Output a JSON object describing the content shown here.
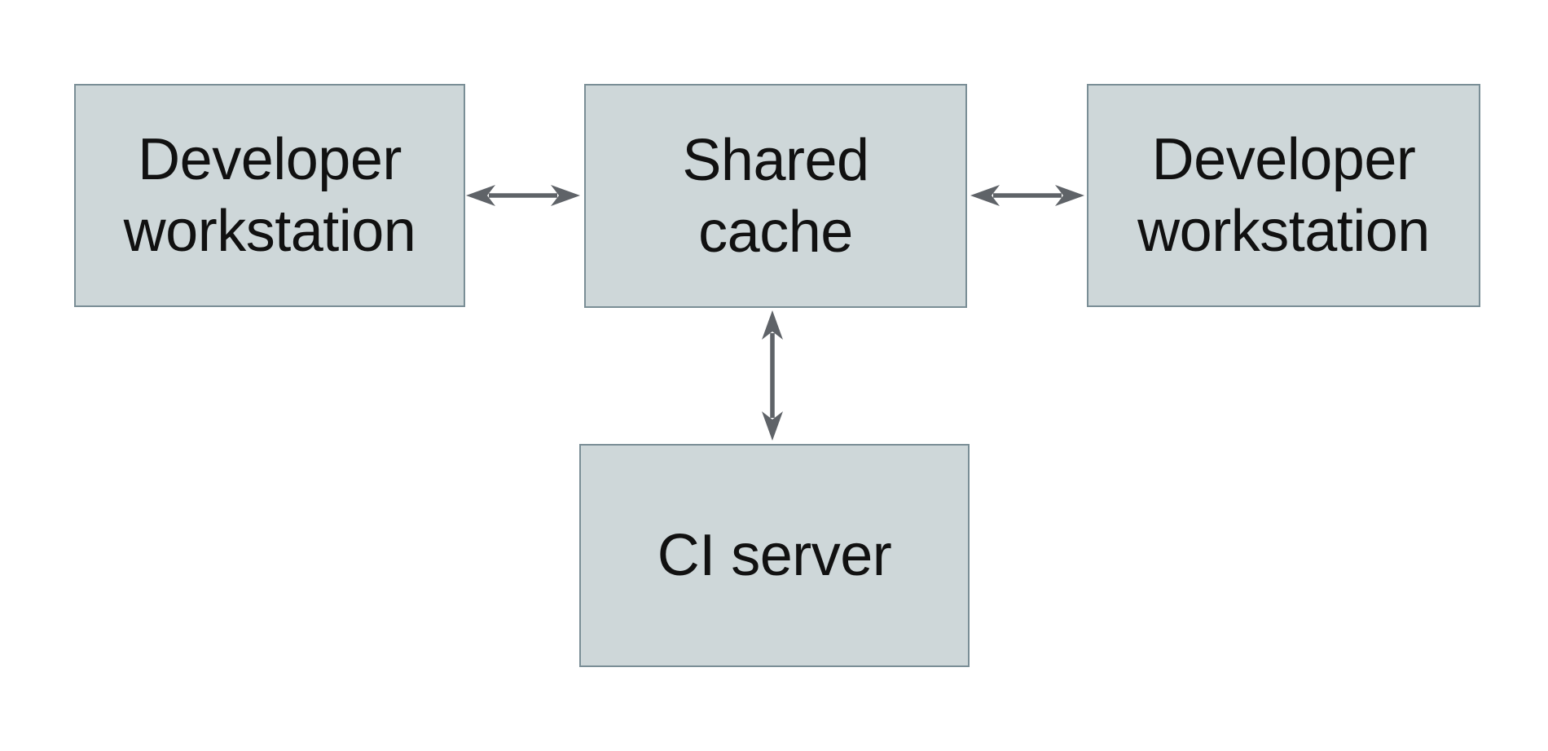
{
  "page": {
    "background": "#ffffff"
  },
  "colors": {
    "node_fill": "#ced7d9",
    "node_border": "#7a8e96",
    "arrow": "#5f6368",
    "text": "#111111"
  },
  "nodes": {
    "dev_left": {
      "label": "Developer workstation",
      "line1": "Developer",
      "line2": "workstation"
    },
    "shared_cache": {
      "label": "Shared cache",
      "line1": "Shared",
      "line2": "cache"
    },
    "dev_right": {
      "label": "Developer workstation",
      "line1": "Developer",
      "line2": "workstation"
    },
    "ci_server": {
      "label": "CI server",
      "line1": "CI server"
    }
  },
  "edges": [
    {
      "from": "Developer workstation (left)",
      "to": "Shared cache",
      "direction": "bidirectional"
    },
    {
      "from": "Shared cache",
      "to": "Developer workstation (right)",
      "direction": "bidirectional"
    },
    {
      "from": "Shared cache",
      "to": "CI server",
      "direction": "bidirectional"
    }
  ]
}
